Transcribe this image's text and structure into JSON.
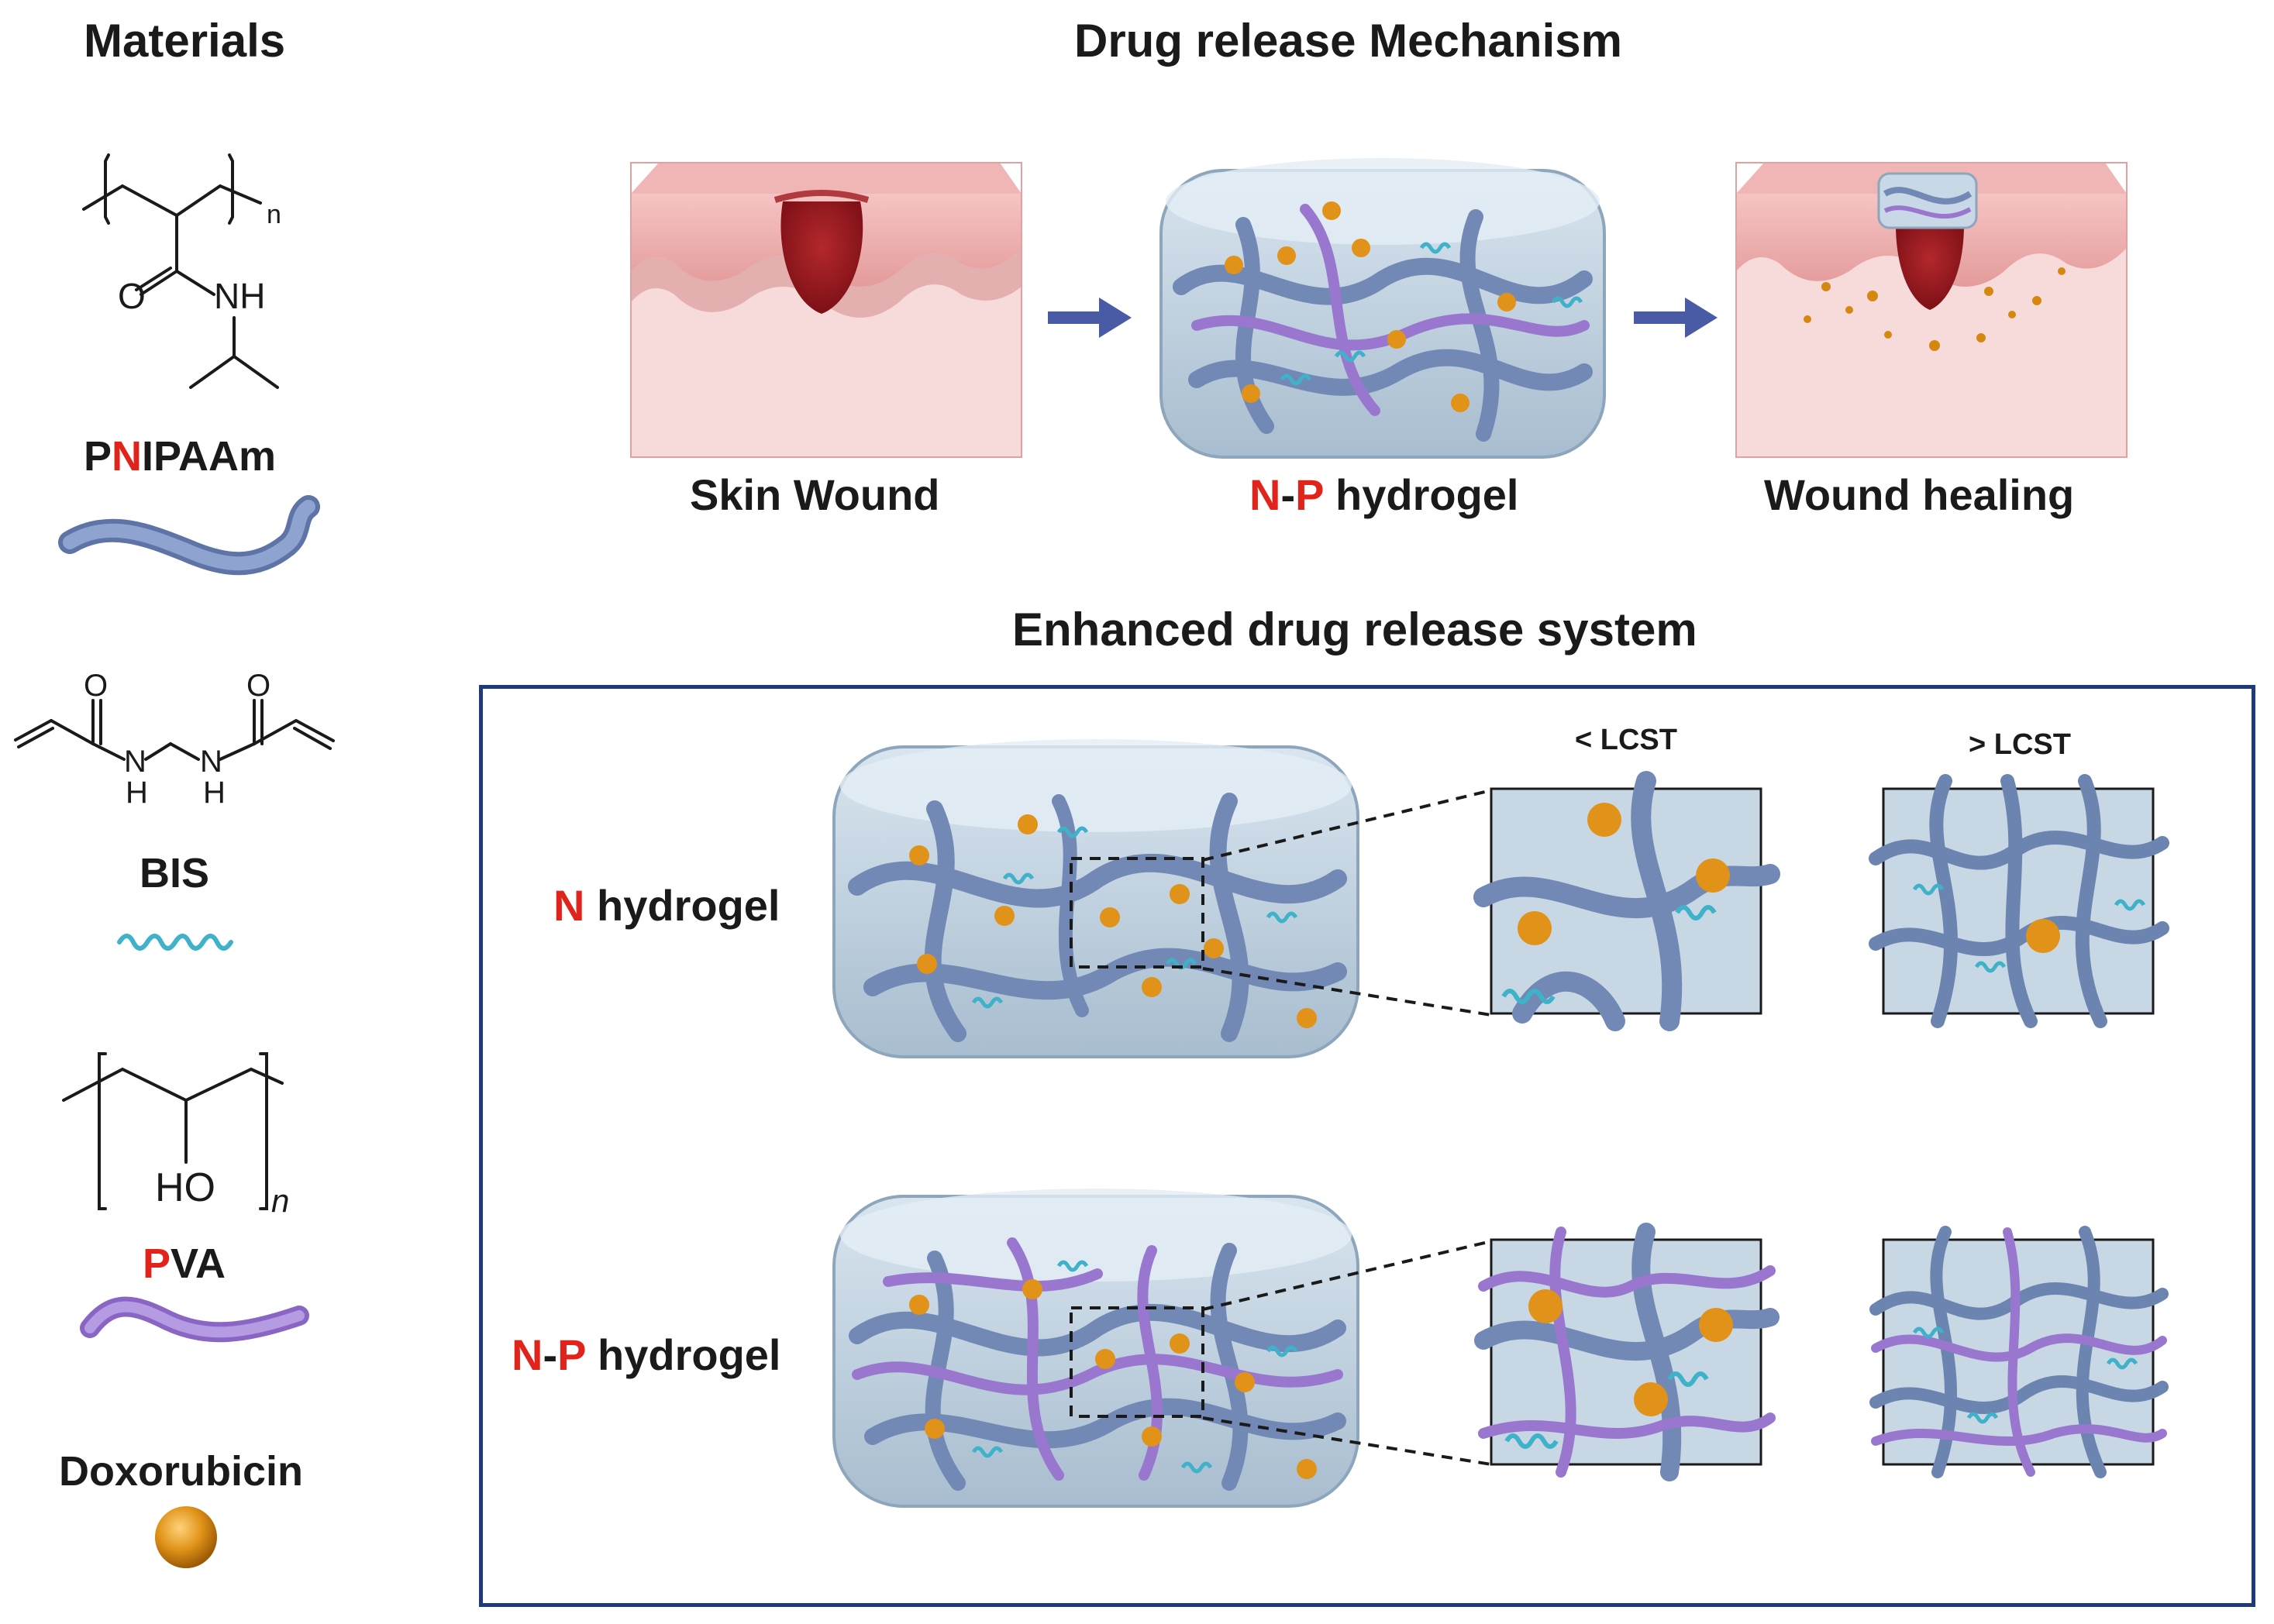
{
  "headings": {
    "materials": "Materials",
    "mechanism": "Drug release Mechanism",
    "enhanced": "Enhanced drug release system"
  },
  "materials": {
    "pnipaam": {
      "prefix": "P",
      "red": "N",
      "suffix": "IPAAm",
      "n": "n",
      "o": "O",
      "nh": "NH"
    },
    "bis": {
      "label": "BIS",
      "o1": "O",
      "o2": "O",
      "n1": "N",
      "n2": "N",
      "h1": "H",
      "h2": "H"
    },
    "pva": {
      "red": "P",
      "suffix": "VA",
      "ho": "HO",
      "n": "n"
    },
    "dox": {
      "label": "Doxorubicin"
    }
  },
  "mechanism": {
    "skin_wound": "Skin Wound",
    "np_red1": "N",
    "np_dash": "-",
    "np_red2": "P",
    "np_rest": " hydrogel",
    "healing": "Wound healing"
  },
  "enhanced": {
    "lcst_below": "< LCST",
    "lcst_above": "> LCST",
    "n_red": "N",
    "n_rest": " hydrogel",
    "np_red1": "N",
    "np_dash": "-",
    "np_red2": "P",
    "np_rest": " hydrogel"
  },
  "colors": {
    "red": "#e0231b",
    "pnipaam_chain": "#6f87b8",
    "bis": "#3fb2c9",
    "pva_chain": "#9a77cf",
    "dox": "#d4880f",
    "arrow": "#4a5ba6",
    "box_border": "#1f3a7a"
  }
}
